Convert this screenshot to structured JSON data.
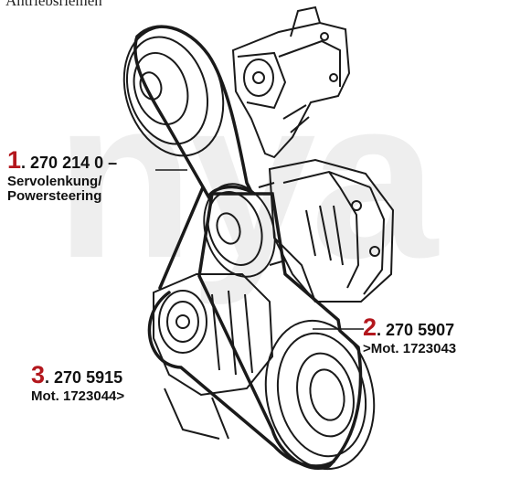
{
  "watermark": {
    "text": "nya"
  },
  "header_fragment": {
    "text": "Antriebsriemen"
  },
  "callouts": [
    {
      "number": "1",
      "part_no": ". 270 214 0",
      "dash": " –",
      "line1": "Servolenkung/",
      "line2": "Powersteering"
    },
    {
      "number": "2",
      "part_no": ". 270 5907",
      "line1": ">Mot. 1723043"
    },
    {
      "number": "3",
      "part_no": ". 270 5915",
      "line1": "Mot. 1723044>"
    }
  ],
  "colors": {
    "number": "#b3171d",
    "text": "#111111",
    "watermark": "#eeeeee",
    "lines": "#1a1a1a"
  }
}
